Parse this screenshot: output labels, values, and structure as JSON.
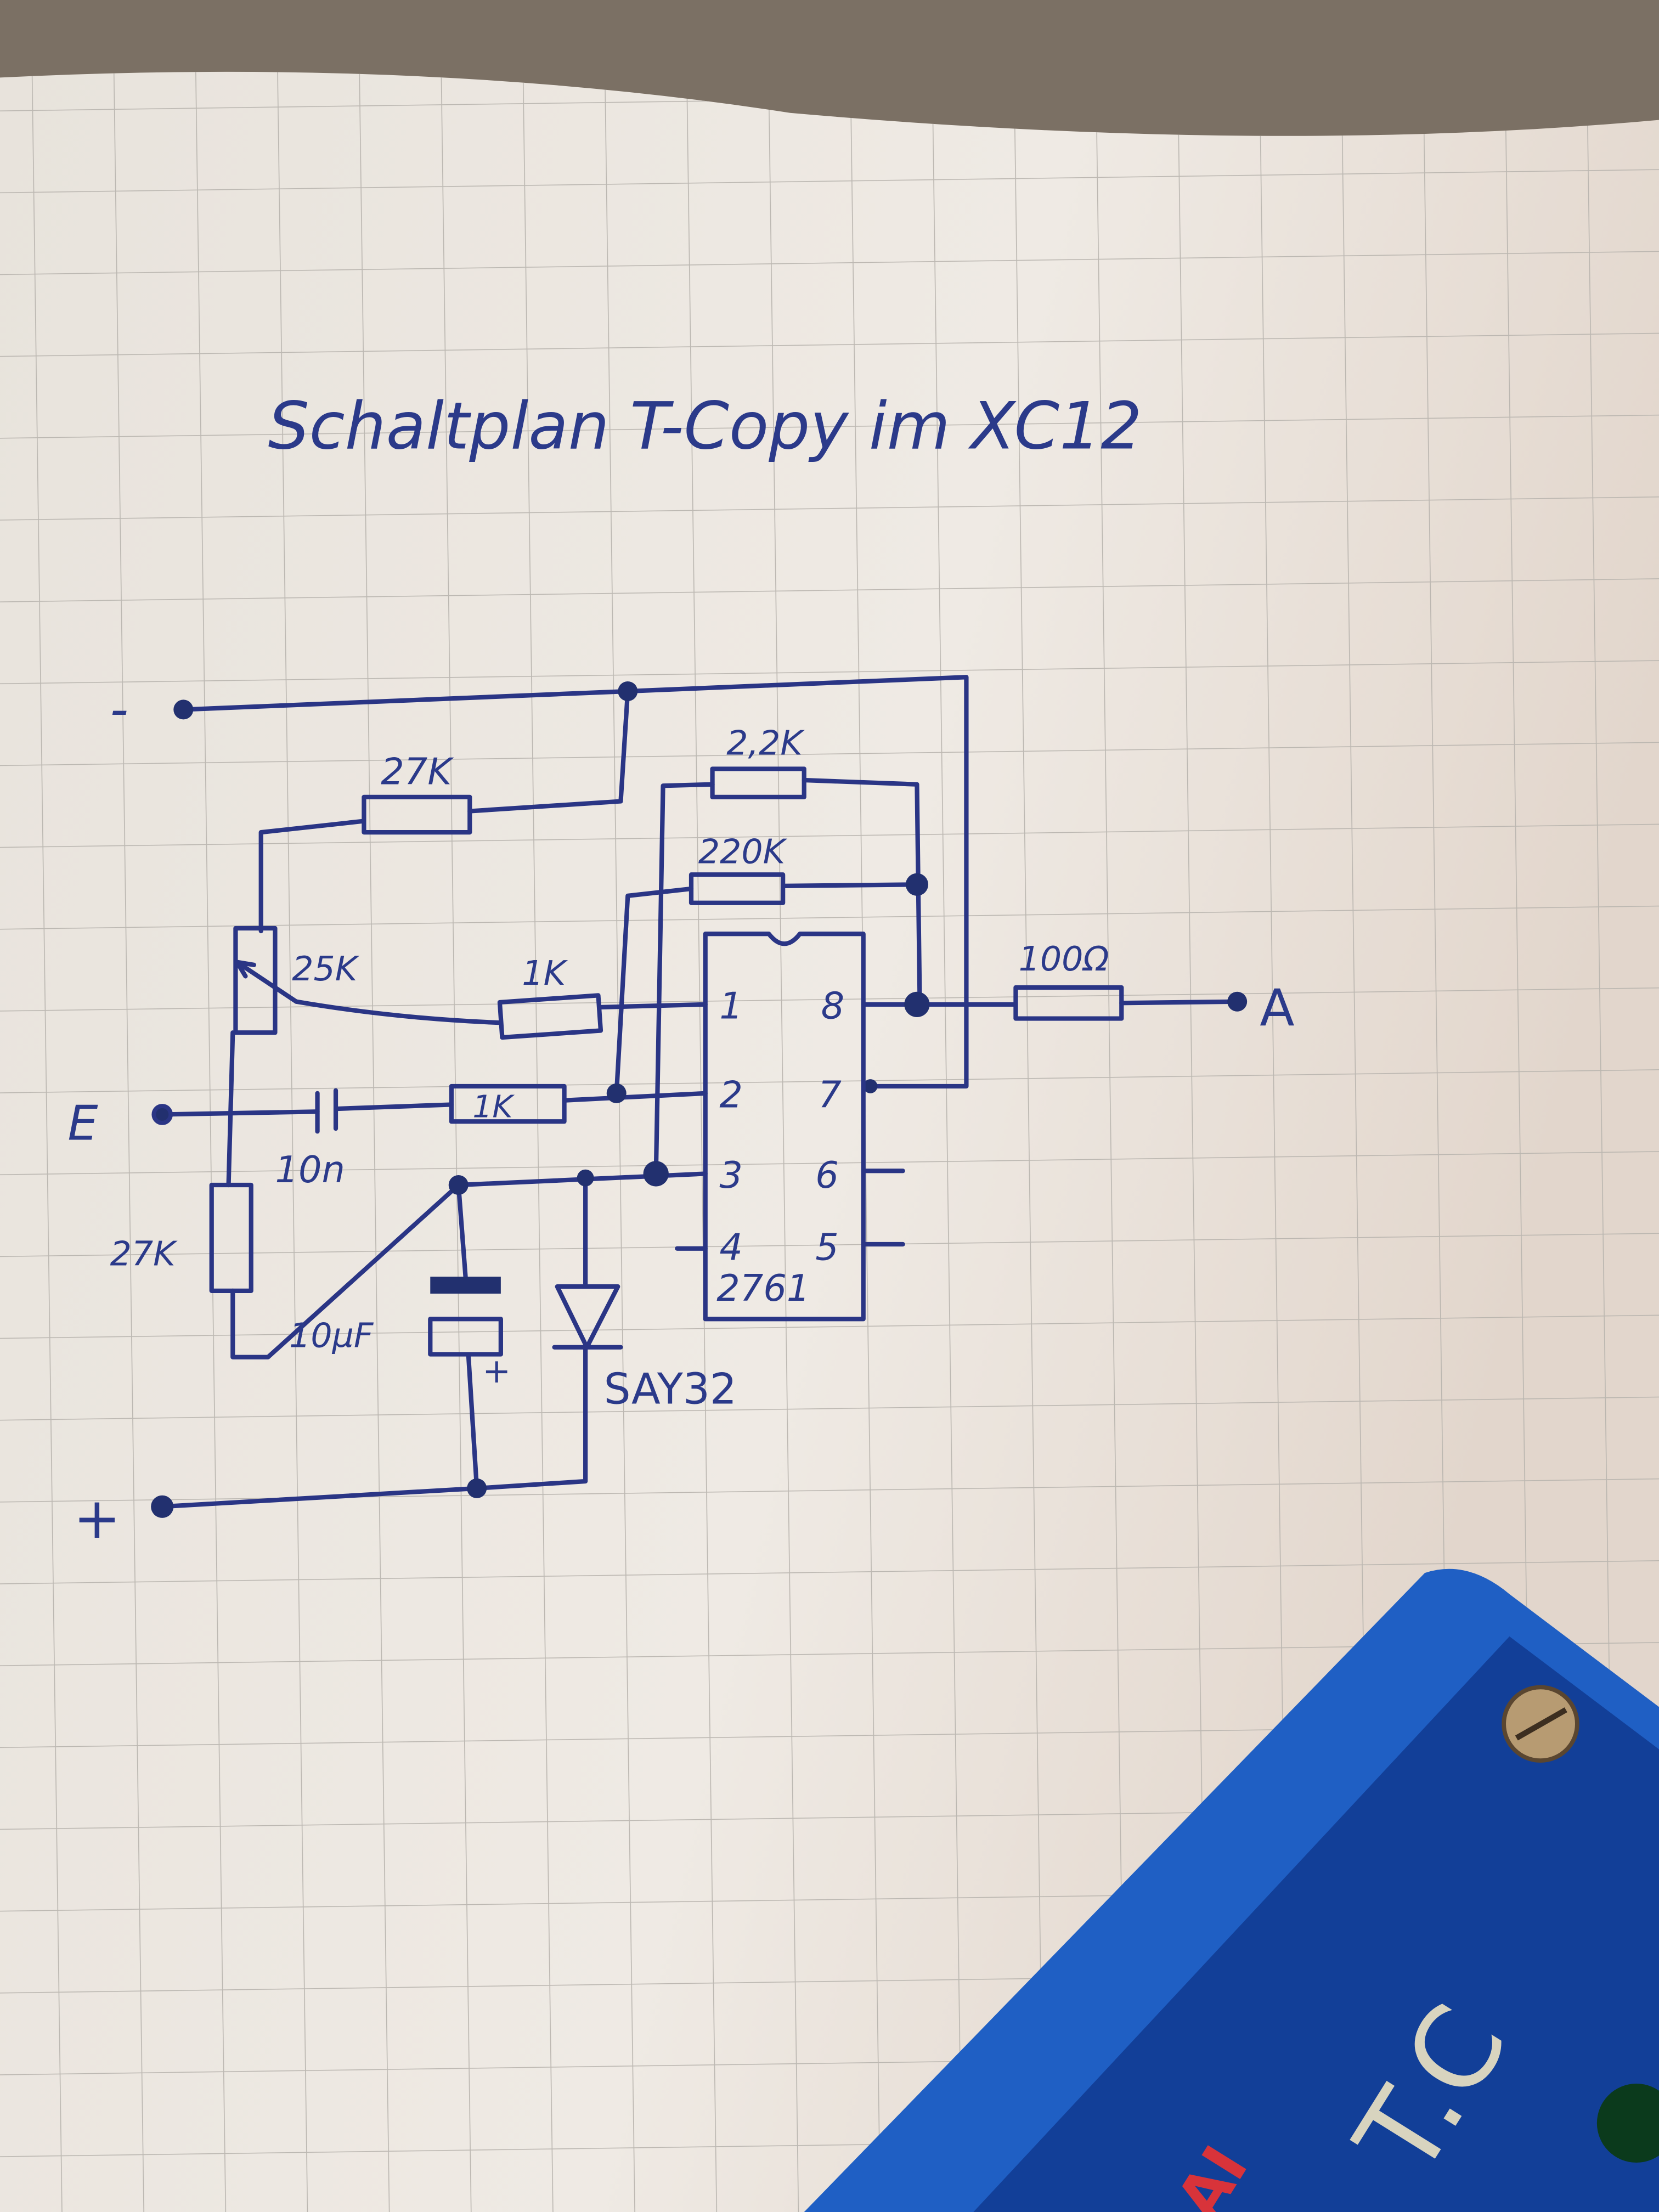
{
  "title": "Schaltplan T-Copy im XC12",
  "terminals": {
    "minus": "-",
    "plus": "+",
    "input": "E",
    "output": "A"
  },
  "components": {
    "r_top": "27K",
    "r_feedback": "2,2K",
    "r_bias": "220K",
    "pot": "25K",
    "r_pin1": "1K",
    "r_pin2": "1K",
    "c_input": "10n",
    "r_bottom": "27K",
    "c_elec": "10µF",
    "c_elec_polarity": "+",
    "diode": "SAY32",
    "r_out": "100Ω",
    "ic": "2761"
  },
  "ic_pins": [
    "1",
    "2",
    "3",
    "4",
    "5",
    "6",
    "7",
    "8"
  ],
  "device_label": {
    "text": "T.C",
    "subtext": "AI"
  },
  "colors": {
    "ink": "#2a3585",
    "paper": "#ece8e1",
    "grid": "#b7b3ad",
    "device": "#1a4fb0",
    "device_label_red": "#d8333a"
  }
}
